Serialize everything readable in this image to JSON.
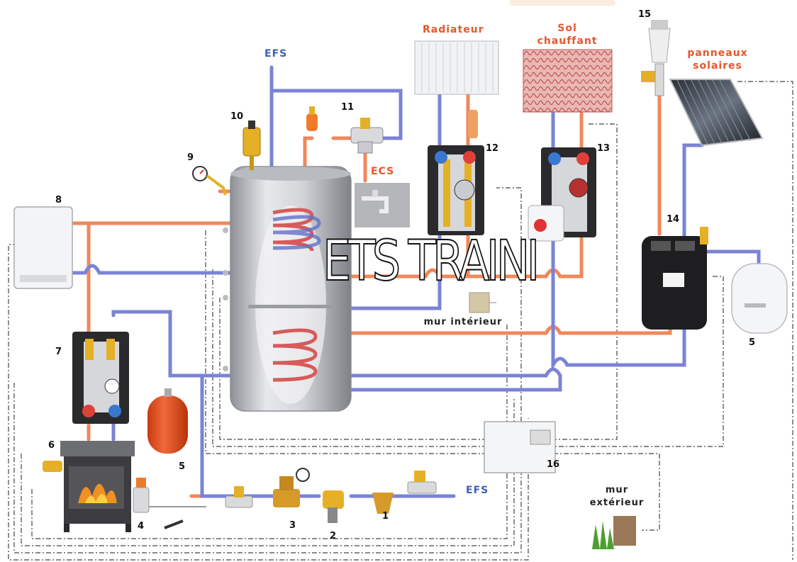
{
  "labels": {
    "efs_top": "EFS",
    "efs_bottom": "EFS",
    "ecs": "ECS",
    "radiateur": "Radiateur",
    "sol_line1": "Sol",
    "sol_line2": "chauffant",
    "panneaux_line1": "panneaux",
    "panneaux_line2": "solaires",
    "mur_interieur": "mur intérieur",
    "mur_ext_line1": "mur",
    "mur_ext_line2": "extérieur"
  },
  "numbers": {
    "n1": "1",
    "n2": "2",
    "n3": "3",
    "n4": "4",
    "n5a": "5",
    "n5b": "5",
    "n6": "6",
    "n7": "7",
    "n8": "8",
    "n9": "9",
    "n10": "10",
    "n11": "11",
    "n12": "12",
    "n13": "13",
    "n14": "14",
    "n15": "15",
    "n16": "16"
  },
  "watermark": "ETS TRAINI",
  "colors": {
    "hot_pipe": "#f0875a",
    "cold_pipe": "#7b83d6",
    "label_red": "#e8552a",
    "label_blue": "#3d5fb8",
    "vessel_red": "#e8501e",
    "tank": "#c9cbd0"
  }
}
